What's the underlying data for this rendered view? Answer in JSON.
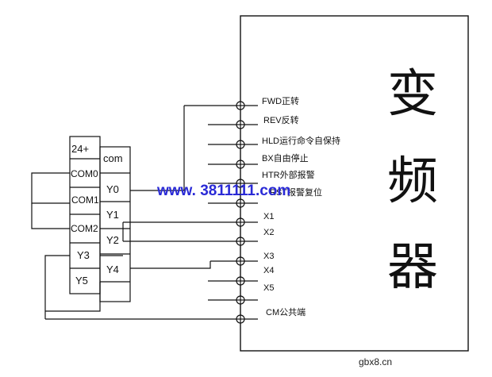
{
  "inverter": {
    "title_chars": [
      "变",
      "频",
      "器"
    ],
    "terminals": [
      "FWD正转",
      "REV反转",
      "HLD运行命令自保持",
      "BX自由停止",
      "HTR外部报警",
      "RST报警复位",
      "X1",
      "X2",
      "X3",
      "X4",
      "X5",
      "CM公共端"
    ]
  },
  "plc": {
    "left_col": [
      "24+",
      "COM0",
      "COM1",
      "COM2",
      "Y3",
      "Y5"
    ],
    "right_col": [
      "com",
      "Y0",
      "Y1",
      "Y2",
      "Y4"
    ]
  },
  "watermark": "www. 3811111.com",
  "source": "gbx8.cn"
}
